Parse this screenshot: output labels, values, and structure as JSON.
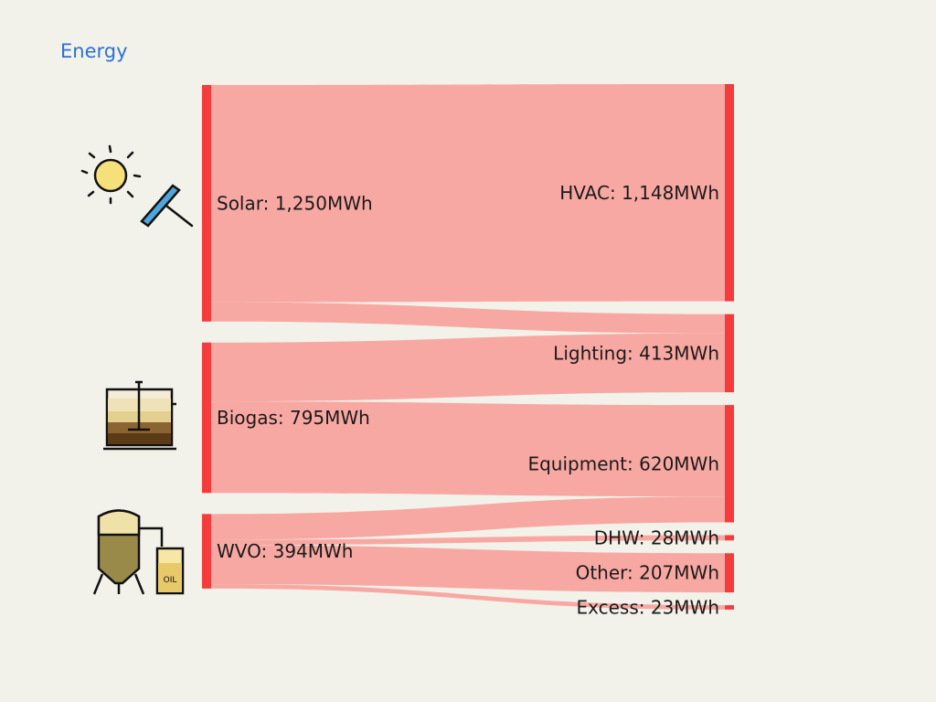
{
  "header": {
    "title": "Energy"
  },
  "icons": {
    "solar": "sun-and-solar-panel-icon",
    "biogas": "biogas-digester-icon",
    "wvo": "oil-tank-icon",
    "oil_label": "OIL"
  },
  "colors": {
    "node": "#f43c3c",
    "link": "#f8a8a2",
    "title": "#2f6fd6",
    "background": "#f2f2ea"
  },
  "chart_data": {
    "type": "sankey",
    "unit": "MWh",
    "sources": [
      {
        "id": "solar",
        "label": "Solar: 1,250MWh",
        "value": 1250
      },
      {
        "id": "biogas",
        "label": "Biogas: 795MWh",
        "value": 795
      },
      {
        "id": "wvo",
        "label": "WVO: 394MWh",
        "value": 394
      }
    ],
    "targets": [
      {
        "id": "hvac",
        "label": "HVAC: 1,148MWh",
        "value": 1148
      },
      {
        "id": "lighting",
        "label": "Lighting: 413MWh",
        "value": 413
      },
      {
        "id": "equipment",
        "label": "Equipment: 620MWh",
        "value": 620
      },
      {
        "id": "dhw",
        "label": "DHW: 28MWh",
        "value": 28
      },
      {
        "id": "other",
        "label": "Other: 207MWh",
        "value": 207
      },
      {
        "id": "excess",
        "label": "Excess: 23MWh",
        "value": 23
      }
    ],
    "links": [
      {
        "source": "solar",
        "target": "hvac",
        "value": 1148
      },
      {
        "source": "solar",
        "target": "lighting",
        "value": 102
      },
      {
        "source": "biogas",
        "target": "lighting",
        "value": 311
      },
      {
        "source": "biogas",
        "target": "equipment",
        "value": 484
      },
      {
        "source": "wvo",
        "target": "equipment",
        "value": 136
      },
      {
        "source": "wvo",
        "target": "dhw",
        "value": 28
      },
      {
        "source": "wvo",
        "target": "other",
        "value": 207
      },
      {
        "source": "wvo",
        "target": "excess",
        "value": 23
      }
    ]
  }
}
